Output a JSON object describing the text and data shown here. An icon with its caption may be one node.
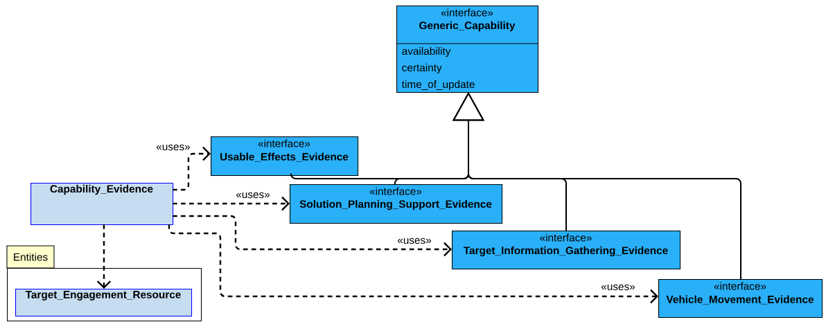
{
  "diagram": {
    "nodes": [
      {
        "text": [
          "«interface»",
          "Generic_Capability",
          "availability",
          "certainty",
          "time_of_update"
        ]
      },
      {
        "text": [
          "«interface»",
          "Usable_Effects_Evidence"
        ]
      },
      {
        "text": [
          "Capability_Evidence"
        ]
      },
      {
        "text": [
          "«interface»",
          "Solution_Planning_Support_Evidence"
        ]
      },
      {
        "text": [
          "«interface»",
          "Target_Information_Gathering_Evidence"
        ]
      },
      {
        "text": [
          "Entities"
        ]
      },
      {
        "text": [
          "Target_Engagement_Resource"
        ],
        "in": 5
      },
      {
        "text": [
          "«interface»",
          "Vehicle_Movement_Evidence"
        ]
      }
    ],
    "edges": [
      {
        "from": 1,
        "to": 0,
        "arrow": "to"
      },
      {
        "from": 3,
        "to": 0,
        "arrow": "to"
      },
      {
        "from": 4,
        "to": 0,
        "arrow": "to"
      },
      {
        "from": 7,
        "to": 0,
        "arrow": "to"
      },
      {
        "from": 2,
        "to": 1,
        "arrow": "to",
        "label": "«uses»",
        "style": "dashed"
      },
      {
        "from": 2,
        "to": 3,
        "arrow": "to",
        "label": "«uses»",
        "style": "dashed"
      },
      {
        "from": 2,
        "to": 4,
        "arrow": "to",
        "label": "«uses»",
        "style": "dashed"
      },
      {
        "from": 2,
        "to": 7,
        "arrow": "to",
        "label": "«uses»",
        "style": "dashed"
      },
      {
        "from": 2,
        "to": 6,
        "arrow": "to",
        "style": "dashed"
      }
    ]
  }
}
